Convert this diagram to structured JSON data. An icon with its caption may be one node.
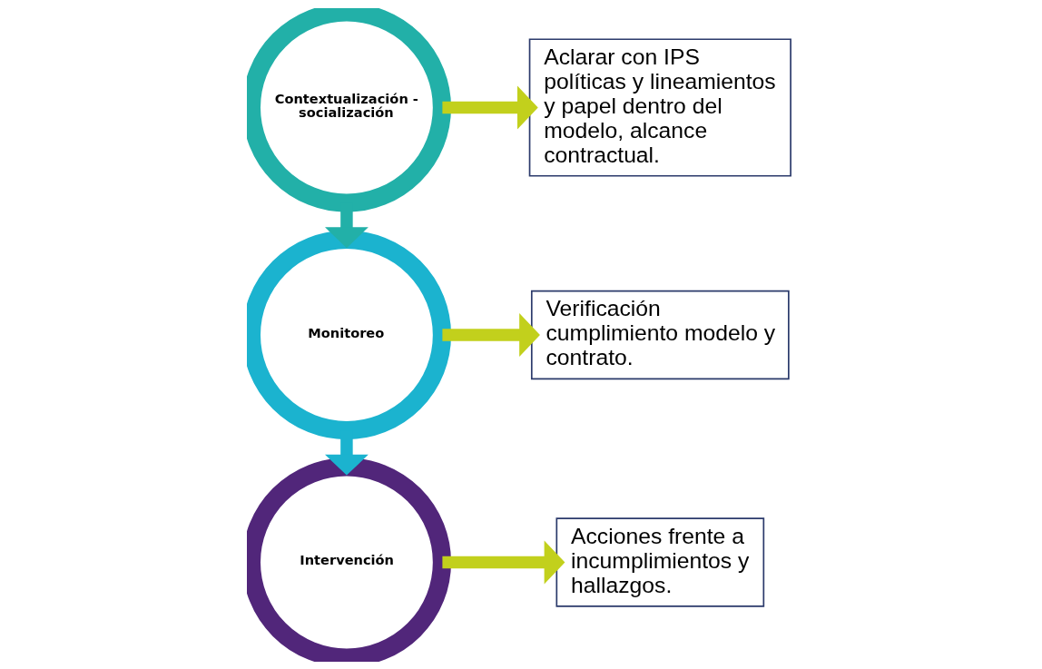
{
  "diagram": {
    "nodes": [
      {
        "text": [
          "Contextualización - socialización"
        ]
      },
      {
        "text": [
          "Monitoreo"
        ]
      },
      {
        "text": [
          "Intervención"
        ]
      },
      {
        "text": [
          "Aclarar con IPS políticas y lineamientos y papel dentro del modelo, alcance contractual."
        ]
      },
      {
        "text": [
          "Verificación cumplimiento modelo y contrato."
        ]
      },
      {
        "text": [
          "Acciones frente a incumplimientos y hallazgos."
        ]
      }
    ],
    "edges": [
      {
        "from": 0,
        "to": 1,
        "arrow": "to",
        "color": "#22b0a8"
      },
      {
        "from": 1,
        "to": 2,
        "arrow": "to",
        "color": "#1bb3cf"
      },
      {
        "from": 0,
        "to": 3,
        "arrow": "to"
      },
      {
        "from": 1,
        "to": 4,
        "arrow": "to"
      },
      {
        "from": 2,
        "to": 5,
        "arrow": "to"
      }
    ]
  }
}
